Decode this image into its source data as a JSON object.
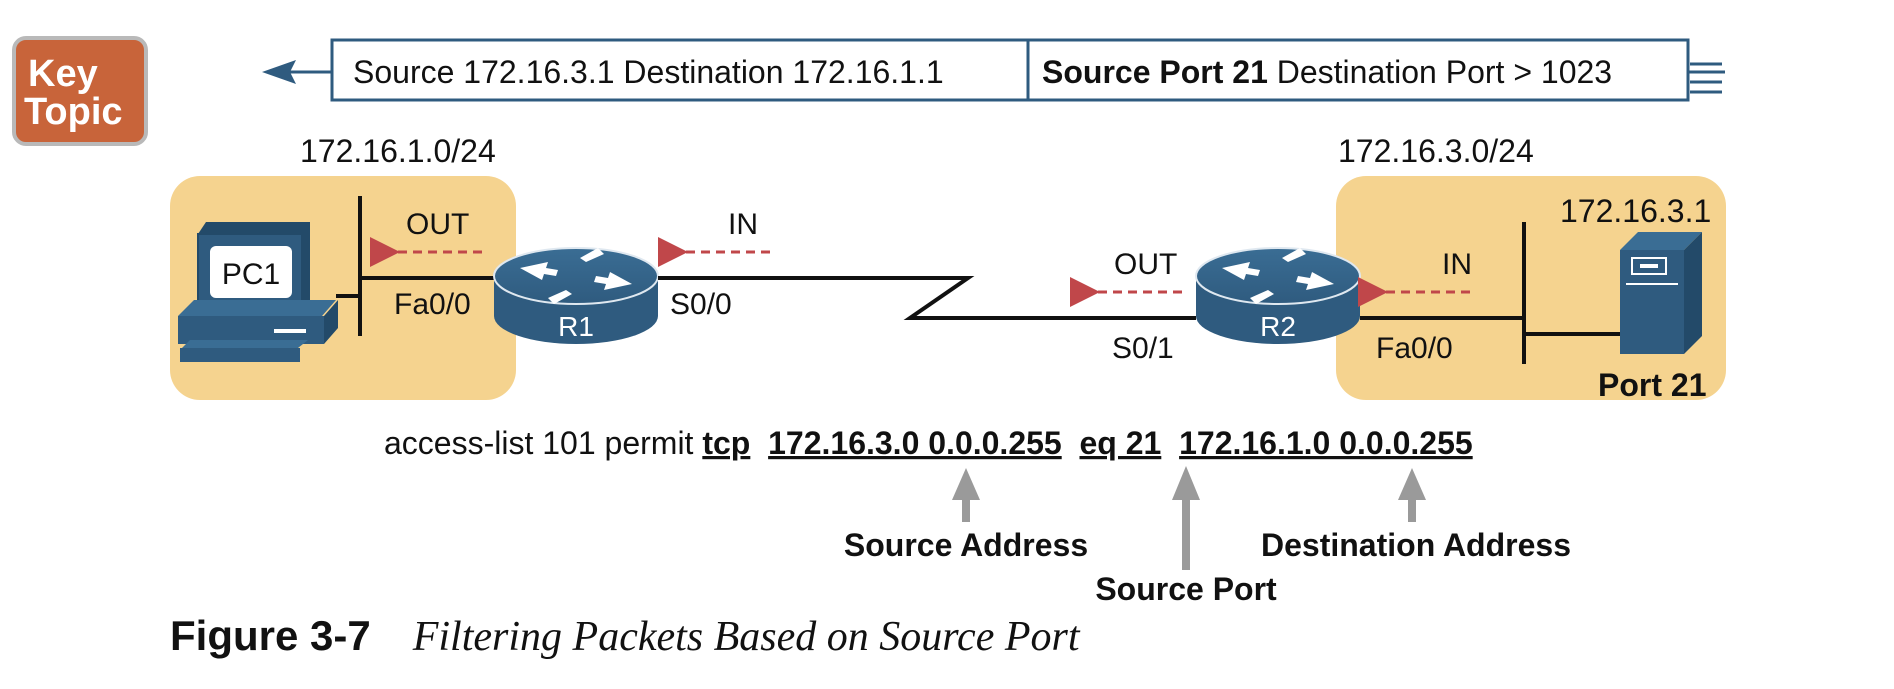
{
  "key_topic": {
    "line1": "Key",
    "line2": "Topic"
  },
  "header_packet": {
    "left": "Source 172.16.3.1 Destination 172.16.1.1",
    "right_bold": "Source Port 21",
    "right_rest": " Destination Port > 1023"
  },
  "left_subnet": "172.16.1.0/24",
  "right_subnet": "172.16.3.0/24",
  "pc_label": "PC1",
  "server_ip": "172.16.3.1",
  "server_port": "Port 21",
  "r1": {
    "name": "R1",
    "lan_if": "Fa0/0",
    "wan_if": "S0/0",
    "out_label": "OUT",
    "in_label": "IN"
  },
  "r2": {
    "name": "R2",
    "lan_if": "Fa0/0",
    "wan_if": "S0/1",
    "out_label": "OUT",
    "in_label": "IN"
  },
  "acl": {
    "prefix": "access-list 101 permit ",
    "protocol": "tcp",
    "source": "172.16.3.0 0.0.0.255",
    "port": "eq 21",
    "destination": "172.16.1.0 0.0.0.255"
  },
  "callouts": {
    "source_address": "Source Address",
    "source_port": "Source Port",
    "destination_address": "Destination Address"
  },
  "caption": {
    "number": "Figure 3-7",
    "title": "Filtering Packets Based on Source Port"
  },
  "colors": {
    "key_topic_bg": "#c8643a",
    "network_area": "#f5d38f",
    "device_blue": "#2f5b7f",
    "device_blue_dark": "#234a69",
    "arrow_red": "#c0474a",
    "callout_gray": "#9a9a9a",
    "header_border": "#2f5b7f"
  }
}
